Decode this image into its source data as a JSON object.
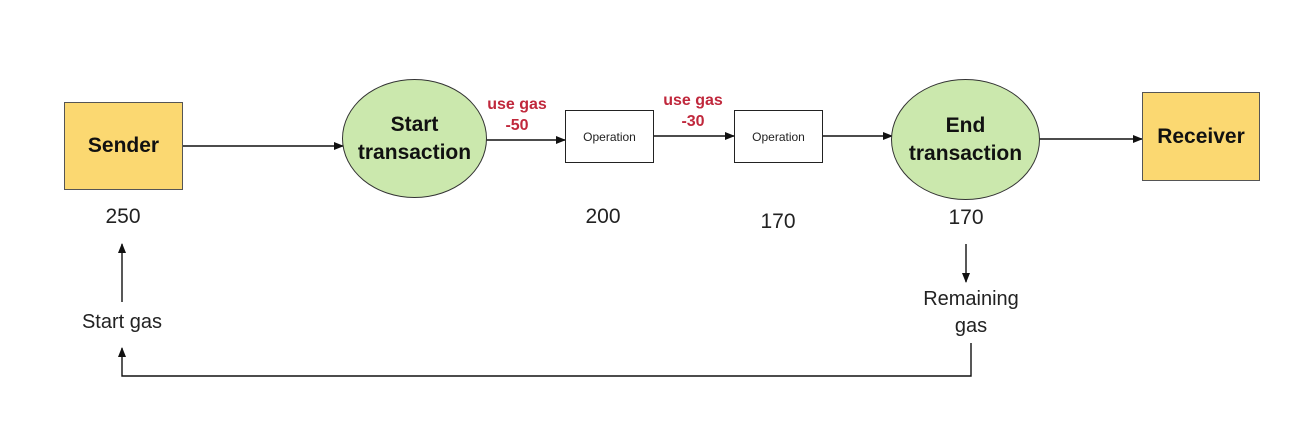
{
  "nodes": {
    "sender": "Sender",
    "start_transaction": [
      "Start",
      "transaction"
    ],
    "operation_1": "Operation",
    "operation_2": "Operation",
    "end_transaction": [
      "End",
      "transaction"
    ],
    "receiver": "Receiver"
  },
  "gas_usage": [
    {
      "line1": "use gas",
      "line2": "-50"
    },
    {
      "line1": "use gas",
      "line2": "-30"
    }
  ],
  "values": {
    "sender": "250",
    "after_operation_1": "200",
    "after_operation_2": "170",
    "end_transaction": "170"
  },
  "labels": {
    "start_gas": "Start gas",
    "remaining_gas": [
      "Remaining",
      "gas"
    ]
  },
  "colors": {
    "endpoint_fill": "#fbd871",
    "transaction_fill": "#cbe8ad",
    "gas_text": "#c0283c"
  }
}
